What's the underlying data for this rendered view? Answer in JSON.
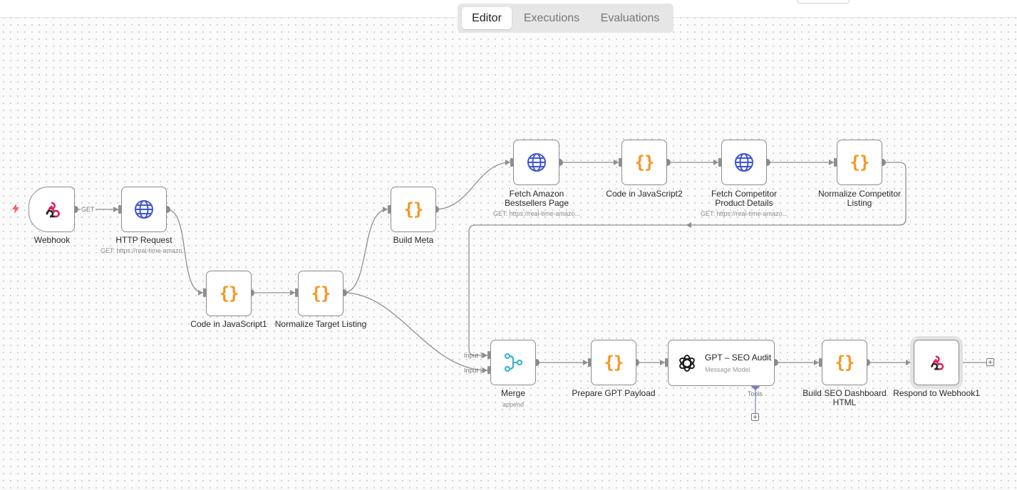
{
  "tabs": [
    "Editor",
    "Executions",
    "Evaluations"
  ],
  "active_tab": "Editor",
  "colors": {
    "code_icon": "#f7941d",
    "http_icon": "#3d55d6",
    "merge_icon": "#3bb6c4",
    "webhook_icon": "#e11d59",
    "tools_connector": "#7b7fc9"
  },
  "edge_labels": {
    "webhook_get": "GET",
    "merge_input1": "Input 1",
    "merge_input2": "Input 2",
    "tools": "Tools"
  },
  "nodes": {
    "webhook": {
      "label": "Webhook",
      "icon": "webhook-icon"
    },
    "http_request": {
      "label": "HTTP Request",
      "subtitle": "GET: https://real-time-amazo...",
      "icon": "globe-icon"
    },
    "code_js1": {
      "label": "Code in JavaScript1",
      "icon": "code-braces-icon"
    },
    "normalize_target": {
      "label": "Normalize Target Listing",
      "icon": "code-braces-icon"
    },
    "build_meta": {
      "label": "Build Meta",
      "icon": "code-braces-icon"
    },
    "fetch_bestsellers": {
      "label_line1": "Fetch Amazon",
      "label_line2": "Bestsellers Page",
      "subtitle": "GET: https://real-time-amazo...",
      "icon": "globe-icon"
    },
    "code_js2": {
      "label": "Code in JavaScript2",
      "icon": "code-braces-icon"
    },
    "fetch_competitor": {
      "label_line1": "Fetch Competitor",
      "label_line2": "Product Details",
      "subtitle": "GET: https://real-time-amazo...",
      "icon": "globe-icon"
    },
    "normalize_competitor": {
      "label_line1": "Normalize Competitor",
      "label_line2": "Listing",
      "icon": "code-braces-icon"
    },
    "merge": {
      "label": "Merge",
      "subtitle": "append",
      "icon": "merge-icon"
    },
    "prepare_gpt": {
      "label": "Prepare GPT Payload",
      "icon": "code-braces-icon"
    },
    "gpt_audit": {
      "title": "GPT – SEO Audit",
      "subtitle": "Message Model",
      "icon": "openai-icon"
    },
    "build_dashboard": {
      "label_line1": "Build SEO Dashboard",
      "label_line2": "HTML",
      "icon": "code-braces-icon"
    },
    "respond_webhook": {
      "label": "Respond to Webhook1",
      "icon": "webhook-icon"
    }
  }
}
